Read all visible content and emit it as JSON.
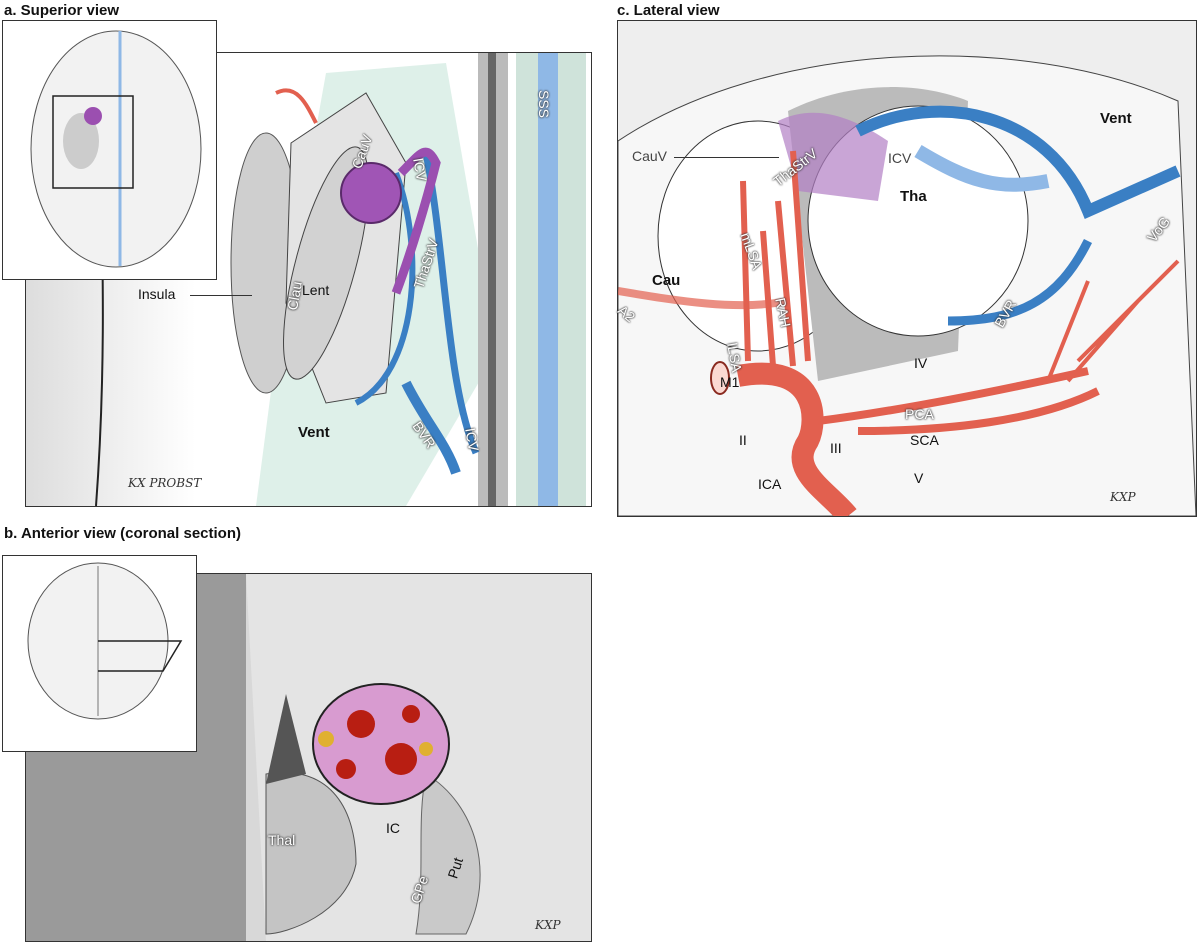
{
  "panels": {
    "a": {
      "title": "a. Superior view",
      "labels": {
        "clau": "Clau",
        "lent": "Lent",
        "insula": "Insula",
        "cauv": "CauV",
        "icv_upper": "ICV",
        "thastrv": "ThaStrV",
        "sss": "SSS",
        "vent": "Vent",
        "bvr": "BVR",
        "icv_lower": "ICV"
      },
      "signature": "KX PROBST"
    },
    "b": {
      "title": "b. Anterior view (coronal section)",
      "labels": {
        "thal": "Thal",
        "ic": "IC",
        "put": "Put",
        "gpe": "GPe"
      },
      "signature": "KXP"
    },
    "c": {
      "title": "c. Lateral view",
      "labels": {
        "vent": "Vent",
        "cauv": "CauV",
        "thastrv": "ThaStrV",
        "icv": "ICV",
        "tha": "Tha",
        "cau": "Cau",
        "a2": "A2",
        "mlsa": "mLSA",
        "rah": "RAH",
        "llsa": "lLSA",
        "bvr": "BVR",
        "vog": "VoG",
        "m1": "M1",
        "iv": "IV",
        "pca": "PCA",
        "sca": "SCA",
        "ii": "II",
        "iii": "III",
        "ica": "ICA",
        "v": "V"
      },
      "signature": "KXP"
    }
  },
  "colors": {
    "vein": "#3a7fc4",
    "artery": "#e2604f",
    "avm": "#9b4fb0",
    "sinus": "#8fb8e6",
    "ventricle": "#cfe8df"
  }
}
